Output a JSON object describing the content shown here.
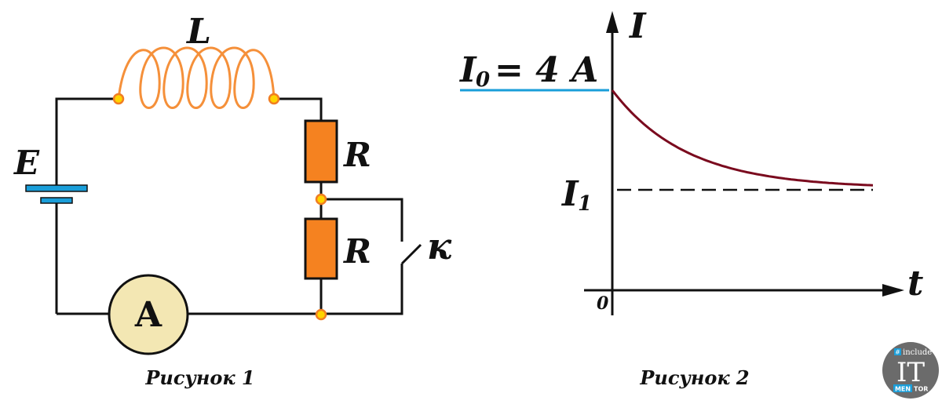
{
  "figure1": {
    "caption": "Рисунок 1",
    "inductor_label": "L",
    "source_label": "E",
    "resistor_top_label": "R",
    "resistor_bottom_label": "R",
    "switch_label": "к",
    "ammeter_label": "A",
    "colors": {
      "wire": "#111111",
      "inductor": "#f5903a",
      "resistor": "#f58220",
      "node": "#ffd400",
      "node_ring": "#f07d22",
      "battery": "#1a9ed9",
      "ammeter_fill": "#f3e7b3"
    }
  },
  "figure2": {
    "caption": "Рисунок 2",
    "y_axis_label": "I",
    "x_axis_label": "t",
    "origin_label": "0",
    "i0_main": "I",
    "i0_sub": "0",
    "i0_value": "= 4 A",
    "i1_main": "I",
    "i1_sub": "1",
    "colors": {
      "curve": "#7a0a1e",
      "i0_line": "#1a9ed9",
      "axis": "#111111"
    }
  },
  "chart_data": {
    "type": "line",
    "title": "",
    "xlabel": "t",
    "ylabel": "I",
    "i0": 4,
    "series": [
      {
        "name": "",
        "description": "I decays exponentially from I0 = 4 A toward asymptote I1"
      }
    ]
  },
  "logo": {
    "hash": "#",
    "include": "include",
    "big": "IT",
    "men": "MEN",
    "tor": "TOR"
  }
}
